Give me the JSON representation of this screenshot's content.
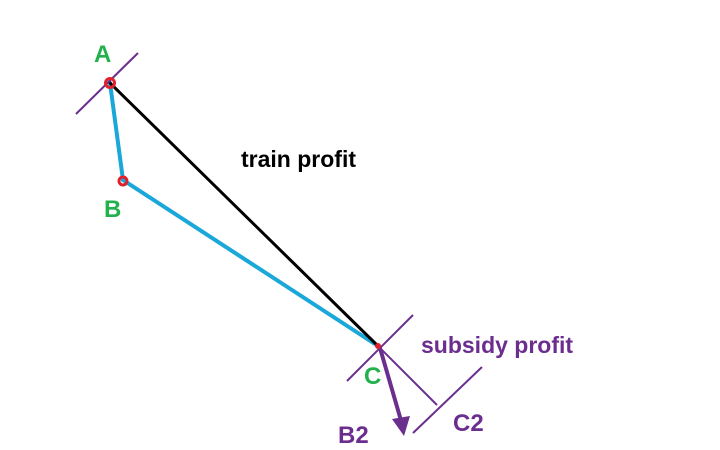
{
  "labels": {
    "point_a": "A",
    "point_b": "B",
    "point_c": "C",
    "point_b2": "B2",
    "point_c2": "C2",
    "train_profit": "train profit",
    "subsidy_profit": "subsidy profit"
  },
  "colors": {
    "background": "#ffffff",
    "green_label": "#22b14c",
    "purple": "#6b2e8f",
    "cyan": "#1aa7d9",
    "black": "#000000",
    "red_point": "#e0202a"
  }
}
